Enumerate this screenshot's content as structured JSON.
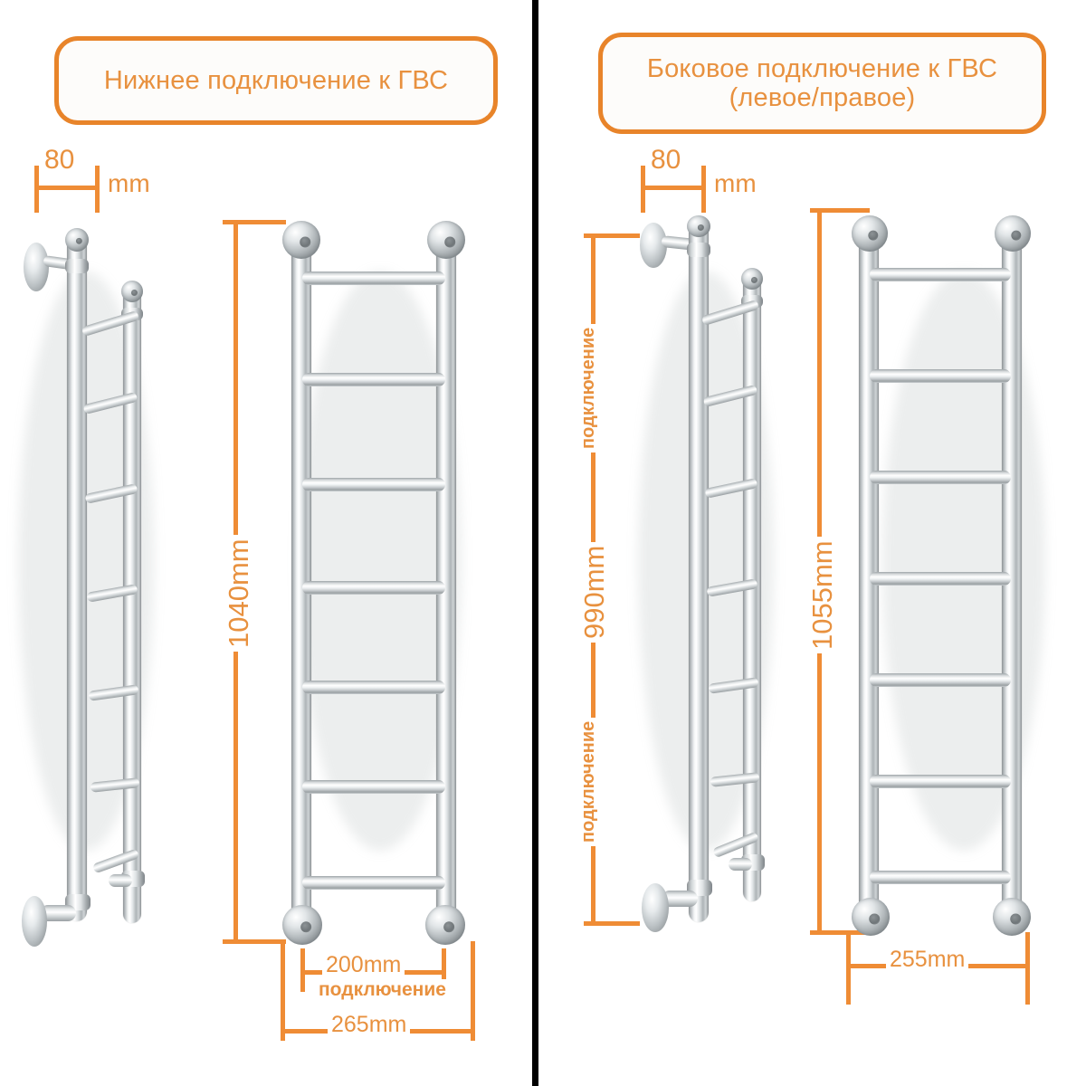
{
  "meta": {
    "accent": "#ef8c35",
    "text_accent": "#e8913f",
    "background": "#ffffff",
    "divider_color": "#000000"
  },
  "left_panel": {
    "title": {
      "lines": [
        "Нижнее подключение к ГВС"
      ]
    },
    "depth_dim": {
      "value": "80",
      "unit": "mm"
    },
    "height_dim": {
      "label": "1040mm"
    },
    "width_dims": [
      {
        "label": "200mm",
        "sub": "подключение"
      },
      {
        "label": "265mm",
        "sub": ""
      }
    ],
    "views": {
      "side_view_name": "towel-rail-side-view",
      "front_view_name": "towel-rail-front-view"
    }
  },
  "right_panel": {
    "title": {
      "lines": [
        "Боковое подключение к ГВС",
        "(левое/правое)"
      ]
    },
    "depth_dim": {
      "value": "80",
      "unit": "mm"
    },
    "side_dim": {
      "top_label": "подключение",
      "middle_label": "990mm",
      "bottom_label": "подключение"
    },
    "height_dim": {
      "label": "1055mm"
    },
    "width_dims": [
      {
        "label": "255mm",
        "sub": ""
      }
    ],
    "views": {
      "side_view_name": "towel-rail-side-view",
      "front_view_name": "towel-rail-front-view"
    }
  }
}
